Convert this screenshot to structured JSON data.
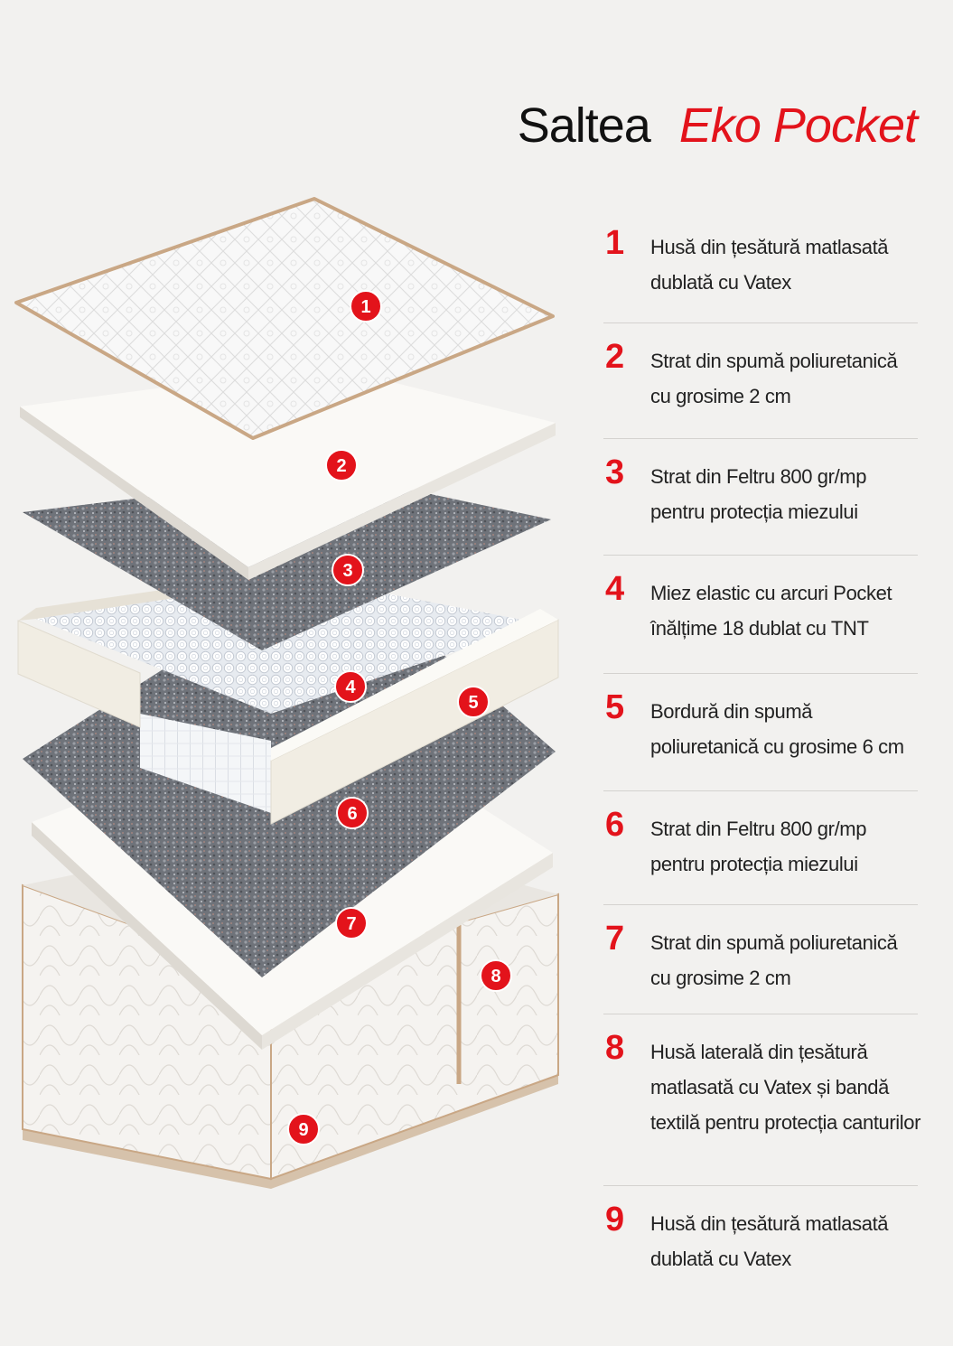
{
  "title": {
    "main": "Saltea",
    "accent": "Eko Pocket"
  },
  "colors": {
    "accent": "#e3131b",
    "text": "#222222",
    "background": "#f2f1ef",
    "divider": "#d4d2cf",
    "piping": "#c9a785"
  },
  "markers": [
    "1",
    "2",
    "3",
    "4",
    "5",
    "6",
    "7",
    "8",
    "9"
  ],
  "legend": [
    {
      "num": "1",
      "text": "Husă din țesătură matlasată dublată cu Vatex"
    },
    {
      "num": "2",
      "text": "Strat din spumă poliuretanică cu grosime 2 cm"
    },
    {
      "num": "3",
      "text": "Strat din Feltru 800 gr/mp pentru protecția miezului"
    },
    {
      "num": "4",
      "text": "Miez elastic cu arcuri Pocket înălțime 18 dublat cu TNT"
    },
    {
      "num": "5",
      "text": "Bordură din spumă poliuretanică cu grosime 6 cm"
    },
    {
      "num": "6",
      "text": "Strat din Feltru 800 gr/mp pentru protecția miezului"
    },
    {
      "num": "7",
      "text": "Strat din spumă poliuretanică cu grosime 2 cm"
    },
    {
      "num": "8",
      "text": "Husă laterală din țesătură matlasată cu Vatex și bandă textilă pentru protecția canturilor"
    },
    {
      "num": "9",
      "text": "Husă din țesătură matlasată dublată cu Vatex"
    }
  ]
}
